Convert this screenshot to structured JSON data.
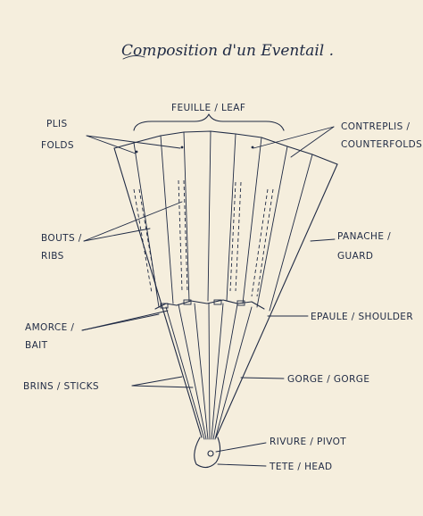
{
  "title": "Composition d'un Eventail .",
  "labels": {
    "leaf": "FEUILLE / LEAF",
    "folds_1": "PLIS",
    "folds_2": "FOLDS",
    "counterfolds_1": "CONTREPLIS /",
    "counterfolds_2": "COUNTERFOLDS",
    "ribs_1": "BOUTS /",
    "ribs_2": "RIBS",
    "guard_1": "PANACHE /",
    "guard_2": "GUARD",
    "bait_1": "AMORCE /",
    "bait_2": "BAIT",
    "shoulder": "EPAULE / SHOULDER",
    "sticks": "BRINS / STICKS",
    "gorge": "GORGE / GORGE",
    "pivot": "RIVURE / PIVOT",
    "head": "TETE / HEAD"
  },
  "colors": {
    "paper": "#f5eedd",
    "ink": "#1f2a44"
  }
}
